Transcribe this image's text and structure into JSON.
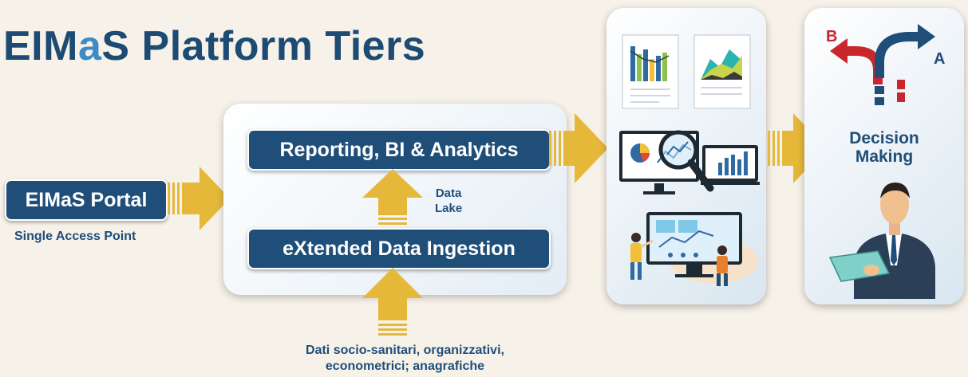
{
  "title": {
    "part1": "EIM",
    "accent": "a",
    "part2": "S Platform Tiers"
  },
  "portal": {
    "label": "EIMaS Portal",
    "subtitle": "Single Access Point"
  },
  "middle": {
    "reporting_label": "Reporting, BI & Analytics",
    "ingestion_label": "eXtended Data Ingestion",
    "data_lake_line1": "Data",
    "data_lake_line2": "Lake"
  },
  "sources": {
    "line1": "Dati socio-sanitari, organizzativi,",
    "line2": "econometrici; anagrafiche"
  },
  "decision": {
    "line1": "Decision",
    "line2": "Making",
    "option_b": "B",
    "option_a": "A"
  },
  "colors": {
    "navy": "#1f4e79",
    "arrow_gold": "#e6b83a",
    "red": "#c8282d",
    "accent_blue": "#3d8bc4"
  },
  "icons": [
    "report-icon",
    "area-chart-report-icon",
    "monitor-dashboard-icon",
    "magnifier-icon",
    "laptop-dashboard-icon",
    "presentation-people-icon",
    "fork-arrow-icon",
    "businessman-icon"
  ]
}
